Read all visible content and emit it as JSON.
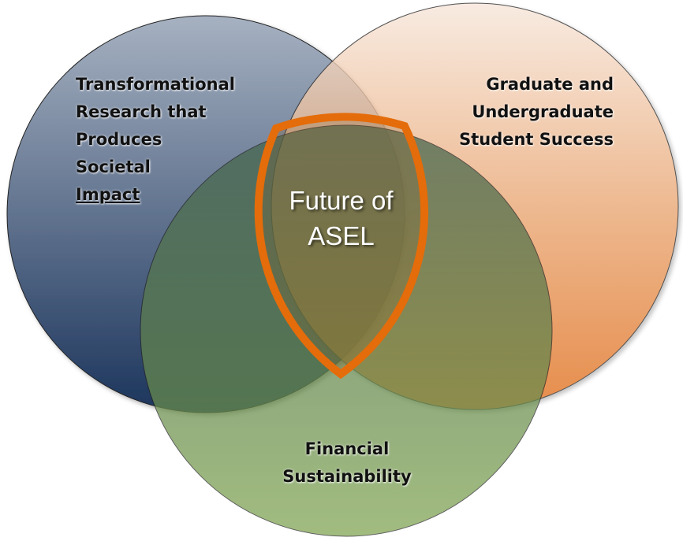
{
  "diagram": {
    "center_label": [
      "Future of",
      "ASEL"
    ],
    "circles": [
      {
        "name": "research",
        "lines": [
          "Transformational",
          "Research that",
          "Produces",
          "Societal",
          "Impact"
        ],
        "color": "#1f3a63"
      },
      {
        "name": "student-success",
        "lines": [
          "Graduate and",
          "Undergraduate",
          "Student Success"
        ],
        "color": "#e07a26"
      },
      {
        "name": "financial",
        "lines": [
          "Financial",
          "Sustainability"
        ],
        "color": "#6e9440"
      }
    ],
    "highlight_color": "#e46c0a"
  }
}
